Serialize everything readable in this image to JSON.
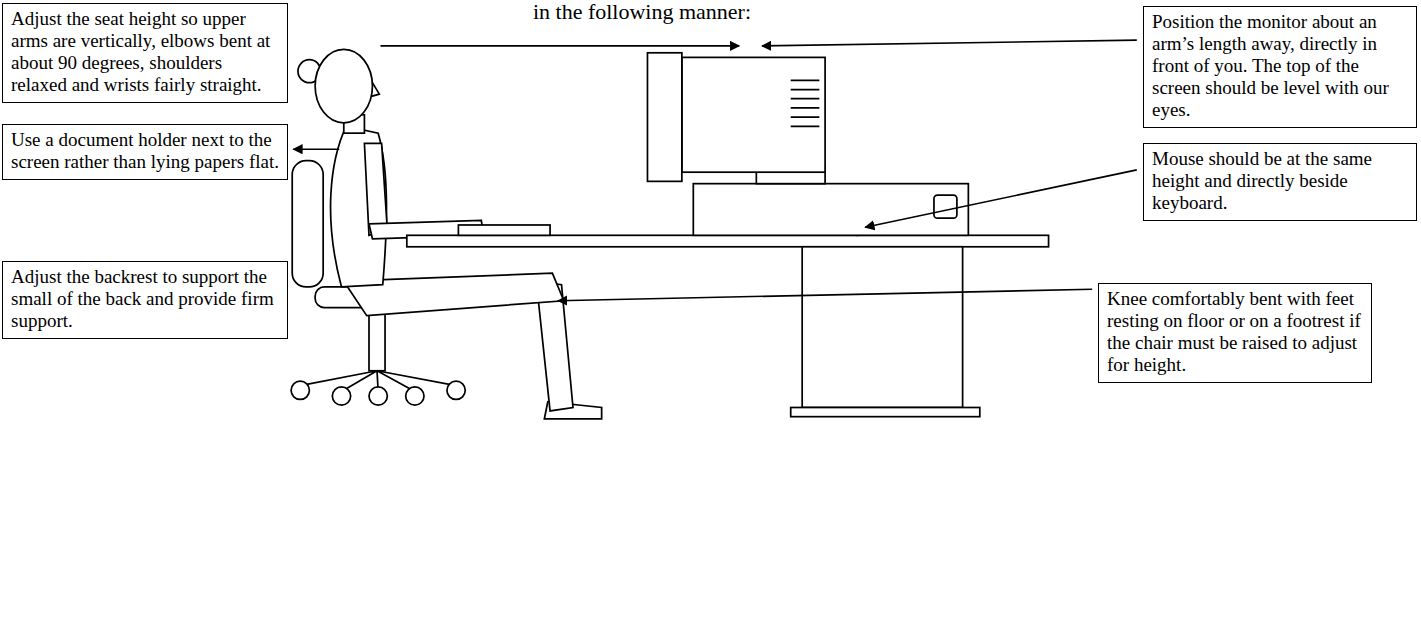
{
  "diagram": {
    "nodes": [
      {
        "text": [
          "Adjust the seat height so upper arms are vertically, elbows bent at about 90 degrees, shoulders relaxed and wrists fairly straight."
        ]
      },
      {
        "text": [
          "Position the monitor about an arm’s length away, directly in front of you. The top of the screen should be level with our eyes."
        ]
      },
      {
        "text": [
          "Use a document holder next to the screen rather than lying papers flat."
        ]
      },
      {
        "text": [
          "Mouse should be at the same height and directly beside keyboard."
        ]
      },
      {
        "text": [
          "Adjust the backrest to support the small of the back and provide firm support."
        ]
      },
      {
        "text": [
          "Knee comfortably bent with feet resting on floor or on a footrest if the chair must be raised to adjust for height."
        ]
      }
    ],
    "labels": [
      "in the following manner:"
    ]
  }
}
